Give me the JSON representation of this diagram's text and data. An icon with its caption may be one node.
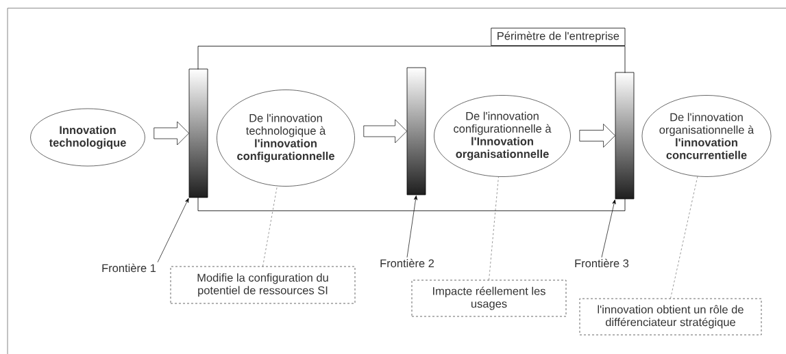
{
  "diagram": {
    "nodes": [
      {
        "text": [
          "Périmètre de l'entreprise"
        ]
      },
      {
        "text": [
          "Innovation technologique"
        ]
      },
      {
        "text": [],
        "shape": "bar"
      },
      {
        "text": [
          "De l'innovation technologique à **l'innovation configurationnelle**"
        ],
        "in": 0
      },
      {
        "text": [],
        "shape": "bar",
        "in": 0
      },
      {
        "text": [
          "De l'innovation configurationnelle à **l'Innovation organisationnelle**"
        ],
        "in": 0
      },
      {
        "text": [],
        "shape": "bar"
      },
      {
        "text": [
          "De l'innovation organisationnelle à **l'innovation concurrentielle**"
        ]
      },
      {
        "text": [
          "Frontière 1"
        ]
      },
      {
        "text": [
          "Frontière 2"
        ]
      },
      {
        "text": [
          "Frontière 3"
        ]
      },
      {
        "text": [
          "Modifie la configuration du potentiel de ressources SI"
        ]
      },
      {
        "text": [
          "Impacte réellement les usages"
        ]
      },
      {
        "text": [
          "l'innovation obtient un rôle de différenciateur stratégique"
        ]
      }
    ],
    "edges": [
      {
        "from": 1,
        "to": 2,
        "arrow": "to",
        "style": "thick"
      },
      {
        "from": 3,
        "to": 4,
        "arrow": "to",
        "style": "thick"
      },
      {
        "from": 5,
        "to": 6,
        "arrow": "to",
        "style": "thick"
      },
      {
        "from": 8,
        "to": 2,
        "arrow": "to"
      },
      {
        "from": 9,
        "to": 4,
        "arrow": "to"
      },
      {
        "from": 10,
        "to": 6,
        "arrow": "to"
      },
      {
        "from": 11,
        "to": 3,
        "arrow": "none",
        "style": "dashed"
      },
      {
        "from": 12,
        "to": 5,
        "arrow": "none",
        "style": "dashed"
      },
      {
        "from": 13,
        "to": 7,
        "arrow": "none",
        "style": "dashed"
      }
    ]
  }
}
